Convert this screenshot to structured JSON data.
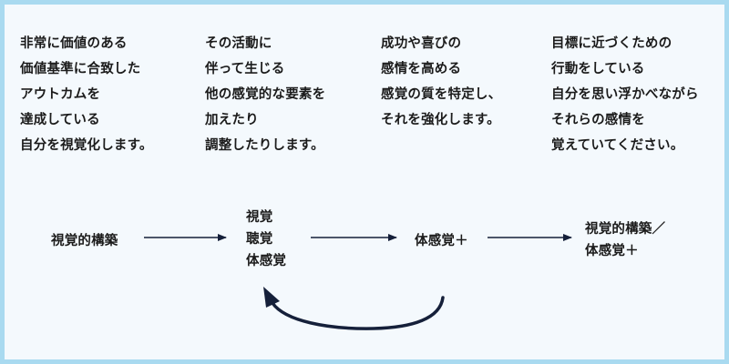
{
  "descriptions": [
    {
      "lines": [
        "非常に価値のある",
        "価値基準に合致した",
        "アウトカムを",
        "達成している",
        "自分を視覚化します。"
      ]
    },
    {
      "lines": [
        "その活動に",
        "伴って生じる",
        "他の感覚的な要素を",
        "加えたり",
        "調整したりします。"
      ]
    },
    {
      "lines": [
        "成功や喜びの",
        "感情を高める",
        "感覚の質を特定し、",
        "それを強化します。"
      ]
    },
    {
      "lines": [
        "目標に近づくための",
        "行動をしている",
        "自分を思い浮かべながら",
        "それらの感情を",
        "覚えていてください。"
      ]
    }
  ],
  "flow": {
    "nodes": [
      {
        "lines": [
          "視覚的構築"
        ]
      },
      {
        "lines": [
          "視覚",
          "聴覚",
          "体感覚"
        ]
      },
      {
        "lines": [
          "体感覚＋"
        ]
      },
      {
        "lines": [
          "視覚的構築／",
          "体感覚＋"
        ]
      }
    ],
    "arrow_color": "#15203a"
  }
}
